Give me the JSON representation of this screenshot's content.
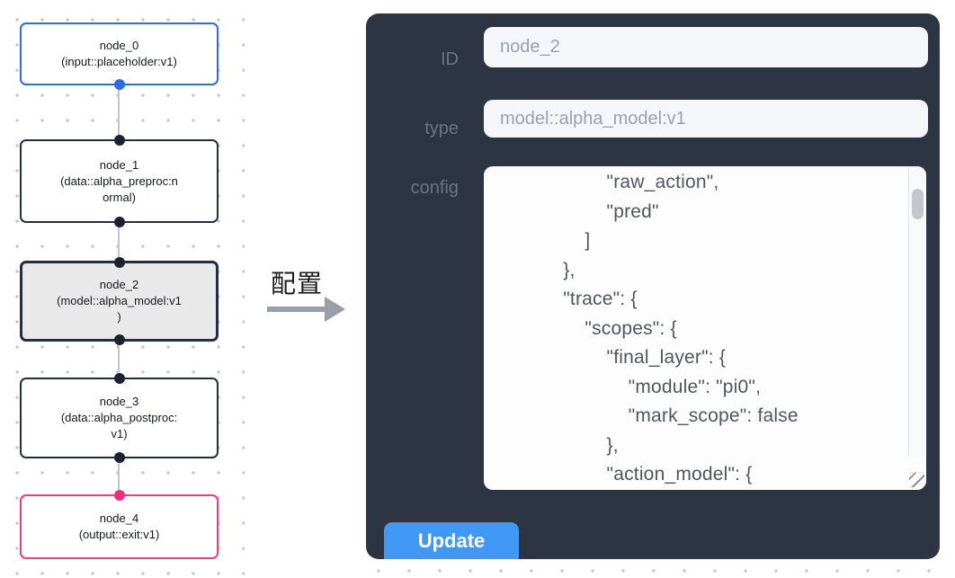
{
  "graph": {
    "nodes": [
      {
        "id": "node_0",
        "type_label": "(input::placeholder:v1)",
        "lines": [
          "node_0",
          "(input::placeholder:v1)"
        ],
        "variant": "input"
      },
      {
        "id": "node_1",
        "type_label": "(data::alpha_preproc:normal)",
        "lines": [
          "node_1",
          "(data::alpha_preproc:n",
          "ormal)"
        ],
        "variant": "default"
      },
      {
        "id": "node_2",
        "type_label": "(model::alpha_model:v1)",
        "lines": [
          "node_2",
          "(model::alpha_model:v1",
          ")"
        ],
        "variant": "selected"
      },
      {
        "id": "node_3",
        "type_label": "(data::alpha_postproc:v1)",
        "lines": [
          "node_3",
          "(data::alpha_postproc:",
          "v1)"
        ],
        "variant": "default"
      },
      {
        "id": "node_4",
        "type_label": "(output::exit:v1)",
        "lines": [
          "node_4",
          "(output::exit:v1)"
        ],
        "variant": "output"
      }
    ]
  },
  "arrow": {
    "label": "配置"
  },
  "panel": {
    "id_label": "ID",
    "id_value": "node_2",
    "type_label": "type",
    "type_value": "model::alpha_model:v1",
    "config_label": "config",
    "config_text": "                \"raw_action\",\n                \"pred\"\n            ]\n        },\n        \"trace\": {\n            \"scopes\": {\n                \"final_layer\": {\n                    \"module\": \"pi0\",\n                    \"mark_scope\": false\n                },\n                \"action_model\": {",
    "update_label": "Update"
  },
  "colors": {
    "panel_bg": "#2d3443",
    "button_blue": "#4299f5",
    "node_input_border": "#2e6ce5",
    "node_output_border": "#ef3d7f",
    "node_selected_bg": "#e9e9ea",
    "node_border": "#242e40",
    "port_dark": "#1b2330",
    "edge": "#c2c5cb"
  }
}
